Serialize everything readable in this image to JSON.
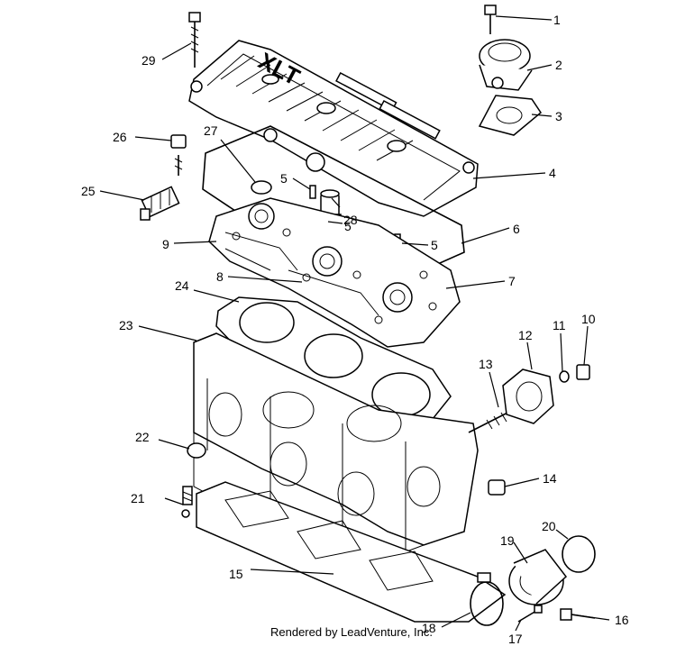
{
  "footer": {
    "text": "Rendered by LeadVenture, Inc."
  },
  "cover": {
    "lettering": "XLT"
  },
  "callouts": [
    "1",
    "2",
    "3",
    "4",
    "5",
    "5",
    "5",
    "6",
    "7",
    "8",
    "9",
    "10",
    "11",
    "12",
    "13",
    "14",
    "15",
    "16",
    "17",
    "18",
    "19",
    "20",
    "21",
    "22",
    "23",
    "24",
    "25",
    "26",
    "27",
    "28",
    "29"
  ]
}
